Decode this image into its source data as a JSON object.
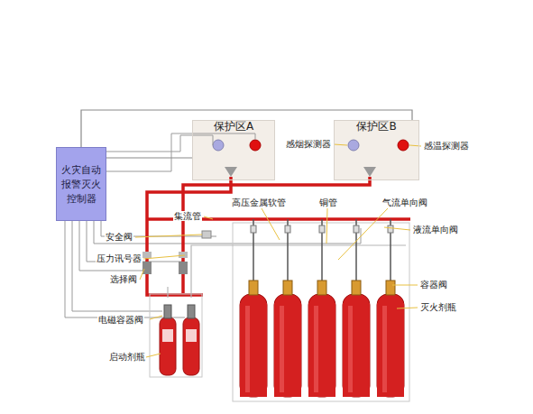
{
  "diagram": {
    "nodes": [
      {
        "text": [
          "火灾自动报警灭火控制器"
        ]
      },
      {
        "text": [
          "保护区A"
        ]
      },
      {
        "text": [
          "保护区B"
        ]
      }
    ],
    "edges": [
      {
        "from": 0,
        "to": 1,
        "arrow": "none"
      },
      {
        "from": 0,
        "to": 2,
        "arrow": "none"
      }
    ],
    "labels": [
      "感烟探测器",
      "感温探测器",
      "集流管",
      "高压金属软管",
      "铜管",
      "气流单向阀",
      "液流单向阀",
      "安全阀",
      "压力讯号器",
      "选择阀",
      "容器阀",
      "电磁容器阀",
      "灭火剂瓶",
      "启动剂瓶"
    ]
  }
}
